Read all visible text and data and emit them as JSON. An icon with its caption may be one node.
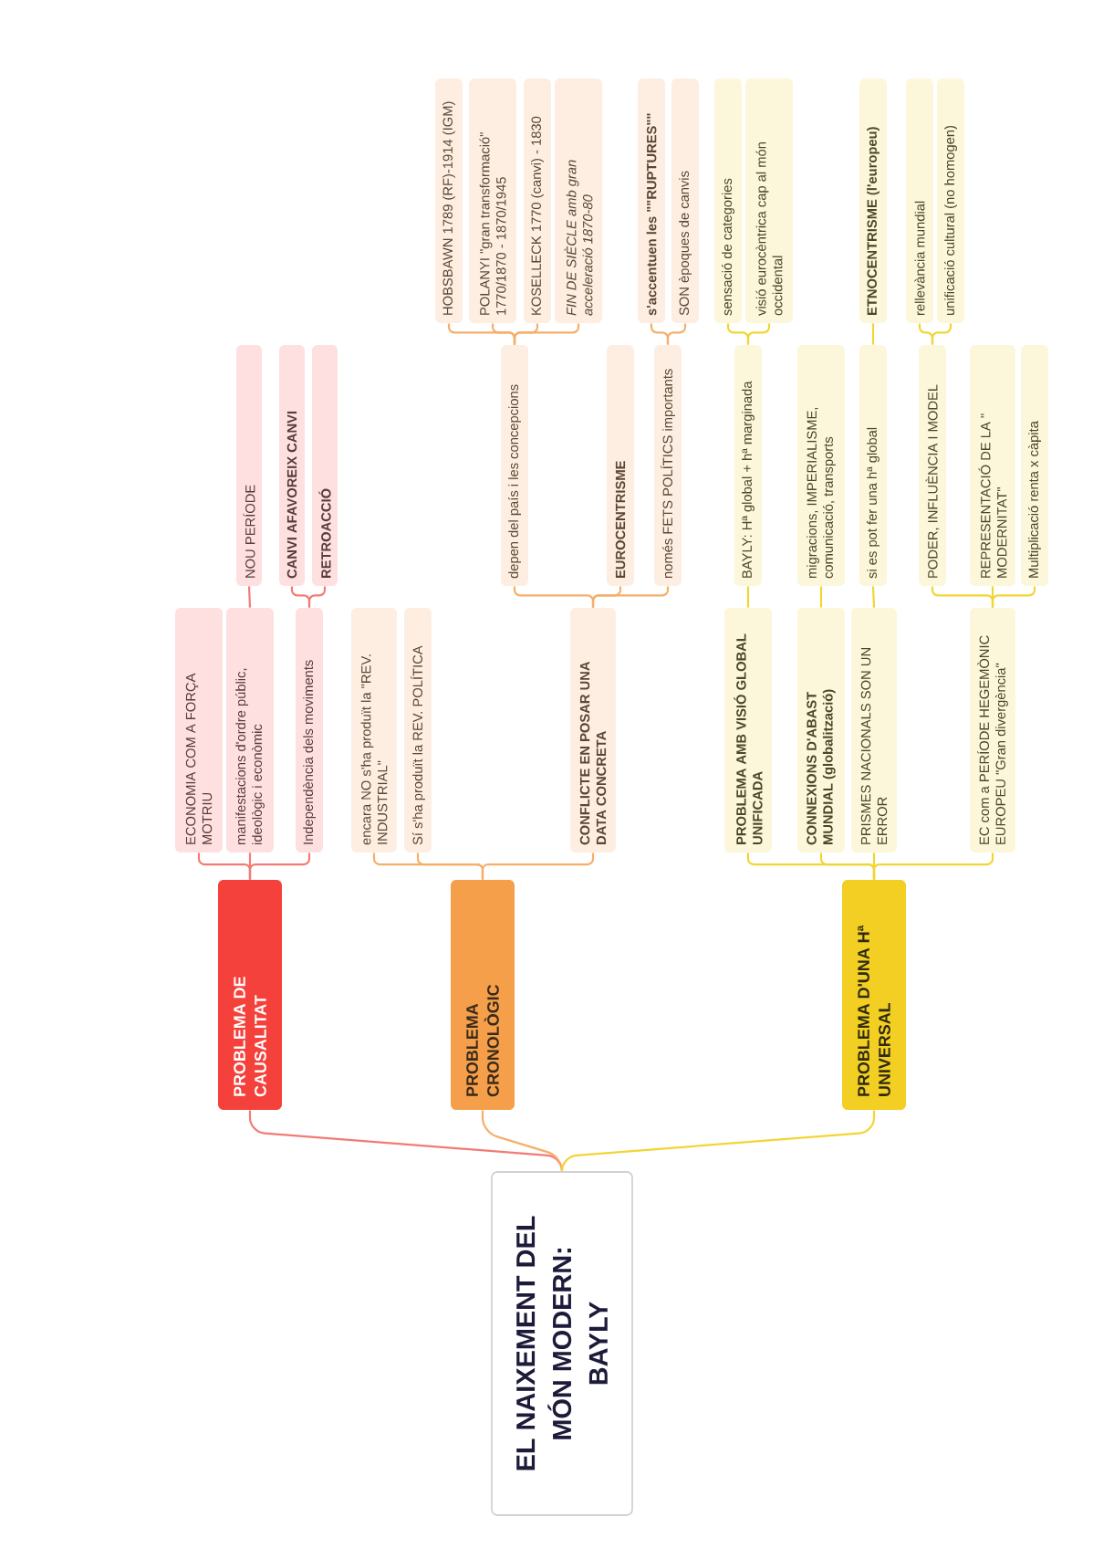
{
  "diagram": {
    "nodes": [
      {
        "text": [
          "EL NAIXEMENT DEL MÓN MODERN: BAYLY"
        ]
      },
      {
        "text": [
          "PROBLEMA DE CAUSALITAT"
        ]
      },
      {
        "text": [
          "ECONOMIA COM A FORÇA MOTRIU"
        ]
      },
      {
        "text": [
          "manifestacions d'ordre públic, ideològic i econòmic"
        ]
      },
      {
        "text": [
          "Independència dels moviments"
        ]
      },
      {
        "text": [
          "NOU PERÍODE"
        ]
      },
      {
        "text": [
          "CANVI AFAVOREIX CANVI"
        ]
      },
      {
        "text": [
          "RETROACCIÓ"
        ]
      },
      {
        "text": [
          "PROBLEMA CRONOLÒGIC"
        ]
      },
      {
        "text": [
          "encara NO s'ha produït la \"REV. INDUSTRIAL\""
        ]
      },
      {
        "text": [
          "Sí s'ha produït la REV. POLÍTICA"
        ]
      },
      {
        "text": [
          "CONFLICTE EN POSAR UNA DATA CONCRETA"
        ]
      },
      {
        "text": [
          "depen del país i les concepcions"
        ]
      },
      {
        "text": [
          "EUROCENTRISME"
        ]
      },
      {
        "text": [
          "només FETS POLÍTICS importants"
        ]
      },
      {
        "text": [
          "HOBSBAWN 1789 (RF)-1914 (IGM)"
        ]
      },
      {
        "text": [
          "POLANYI \"gran transformació\" 1770/1870 - 1870/1945"
        ]
      },
      {
        "text": [
          "KOSELLECK 1770 (canvi) - 1830"
        ]
      },
      {
        "text": [
          "FIN DE SIÈCLE amb gran acceleració 1870-80"
        ]
      },
      {
        "text": [
          "s'accentuen les \"\"RUPTURES\"\""
        ]
      },
      {
        "text": [
          "SON èpoques de canvis"
        ]
      },
      {
        "text": [
          "PROBLEMA D'UNA Hª UNIVERSAL"
        ]
      },
      {
        "text": [
          "PROBLEMA AMB VISIÓ GLOBAL UNIFICADA"
        ]
      },
      {
        "text": [
          "CONNEXIONS D'ABAST MUNDIAL (globalització)"
        ]
      },
      {
        "text": [
          "PRISMES NACIONALS SON UN ERROR"
        ]
      },
      {
        "text": [
          "EC com a PERÍODE HEGEMÒNIC EUROPEU \"Gran divergència\""
        ]
      },
      {
        "text": [
          "BAYLY: Hª global + hª marginada"
        ]
      },
      {
        "text": [
          "sensació de categories"
        ]
      },
      {
        "text": [
          "visió eurocèntrica cap al món occidental"
        ]
      },
      {
        "text": [
          "migracions, IMPERIALISME, comunicació, transports"
        ]
      },
      {
        "text": [
          "si es pot fer una hª global"
        ]
      },
      {
        "text": [
          "ETNOCENTRISME (l'europeu)"
        ]
      },
      {
        "text": [
          "PODER, INFLUÈNCIA I MODEL"
        ]
      },
      {
        "text": [
          "rellevància mundial"
        ]
      },
      {
        "text": [
          "unificació cultural (no homogen)"
        ]
      },
      {
        "text": [
          "REPRESENTACIÓ DE LA \" MODERNITAT\""
        ]
      },
      {
        "text": [
          "Multiplicació renta x càpita"
        ]
      }
    ],
    "edges": [
      {
        "from": 0,
        "to": 1,
        "arrow": "none",
        "color": "#f27b74"
      },
      {
        "from": 1,
        "to": 2,
        "arrow": "none",
        "color": "#f27b74"
      },
      {
        "from": 1,
        "to": 3,
        "arrow": "none",
        "color": "#f27b74"
      },
      {
        "from": 1,
        "to": 4,
        "arrow": "none",
        "color": "#f27b74"
      },
      {
        "from": 3,
        "to": 5,
        "arrow": "none",
        "color": "#f27b74"
      },
      {
        "from": 4,
        "to": 6,
        "arrow": "none",
        "color": "#f27b74"
      },
      {
        "from": 4,
        "to": 7,
        "arrow": "none",
        "color": "#f27b74"
      },
      {
        "from": 0,
        "to": 8,
        "arrow": "none",
        "color": "#f6ae6a"
      },
      {
        "from": 8,
        "to": 9,
        "arrow": "none",
        "color": "#f6ae6a"
      },
      {
        "from": 8,
        "to": 10,
        "arrow": "none",
        "color": "#f6ae6a"
      },
      {
        "from": 8,
        "to": 11,
        "arrow": "none",
        "color": "#f6ae6a"
      },
      {
        "from": 11,
        "to": 12,
        "arrow": "none",
        "color": "#f6ae6a"
      },
      {
        "from": 11,
        "to": 13,
        "arrow": "none",
        "color": "#f6ae6a"
      },
      {
        "from": 11,
        "to": 14,
        "arrow": "none",
        "color": "#f6ae6a"
      },
      {
        "from": 12,
        "to": 15,
        "arrow": "none",
        "color": "#f6ae6a"
      },
      {
        "from": 12,
        "to": 16,
        "arrow": "none",
        "color": "#f6ae6a"
      },
      {
        "from": 12,
        "to": 17,
        "arrow": "none",
        "color": "#f6ae6a"
      },
      {
        "from": 12,
        "to": 18,
        "arrow": "none",
        "color": "#f6ae6a"
      },
      {
        "from": 14,
        "to": 19,
        "arrow": "none",
        "color": "#f6ae6a"
      },
      {
        "from": 14,
        "to": 20,
        "arrow": "none",
        "color": "#f6ae6a"
      },
      {
        "from": 0,
        "to": 21,
        "arrow": "none"
      },
      {
        "from": 21,
        "to": 22,
        "arrow": "none"
      },
      {
        "from": 21,
        "to": 23,
        "arrow": "none"
      },
      {
        "from": 21,
        "to": 24,
        "arrow": "none"
      },
      {
        "from": 21,
        "to": 25,
        "arrow": "none"
      },
      {
        "from": 22,
        "to": 26,
        "arrow": "none"
      },
      {
        "from": 26,
        "to": 27,
        "arrow": "none"
      },
      {
        "from": 26,
        "to": 28,
        "arrow": "none"
      },
      {
        "from": 23,
        "to": 29,
        "arrow": "none"
      },
      {
        "from": 24,
        "to": 30,
        "arrow": "none"
      },
      {
        "from": 30,
        "to": 31,
        "arrow": "none"
      },
      {
        "from": 25,
        "to": 32,
        "arrow": "none"
      },
      {
        "from": 25,
        "to": 35,
        "arrow": "none"
      },
      {
        "from": 25,
        "to": 36,
        "arrow": "none"
      },
      {
        "from": 32,
        "to": 33,
        "arrow": "none"
      },
      {
        "from": 32,
        "to": 34,
        "arrow": "none"
      }
    ]
  }
}
